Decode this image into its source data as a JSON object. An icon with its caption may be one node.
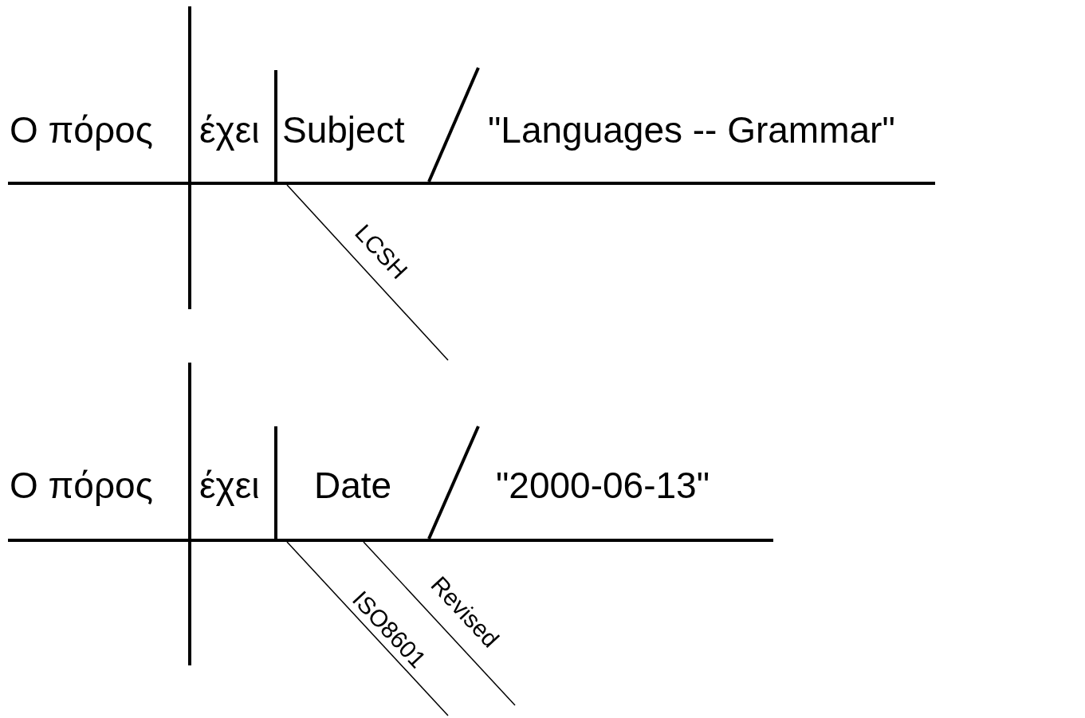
{
  "diagram": {
    "labels": [
      "Ο πόρος",
      "έχει",
      "Subject",
      "\"Languages -- Grammar\"",
      "LCSH",
      "Ο πόρος",
      "έχει",
      "Date",
      "\"2000-06-13\"",
      "ISO8601",
      "Revised"
    ]
  }
}
